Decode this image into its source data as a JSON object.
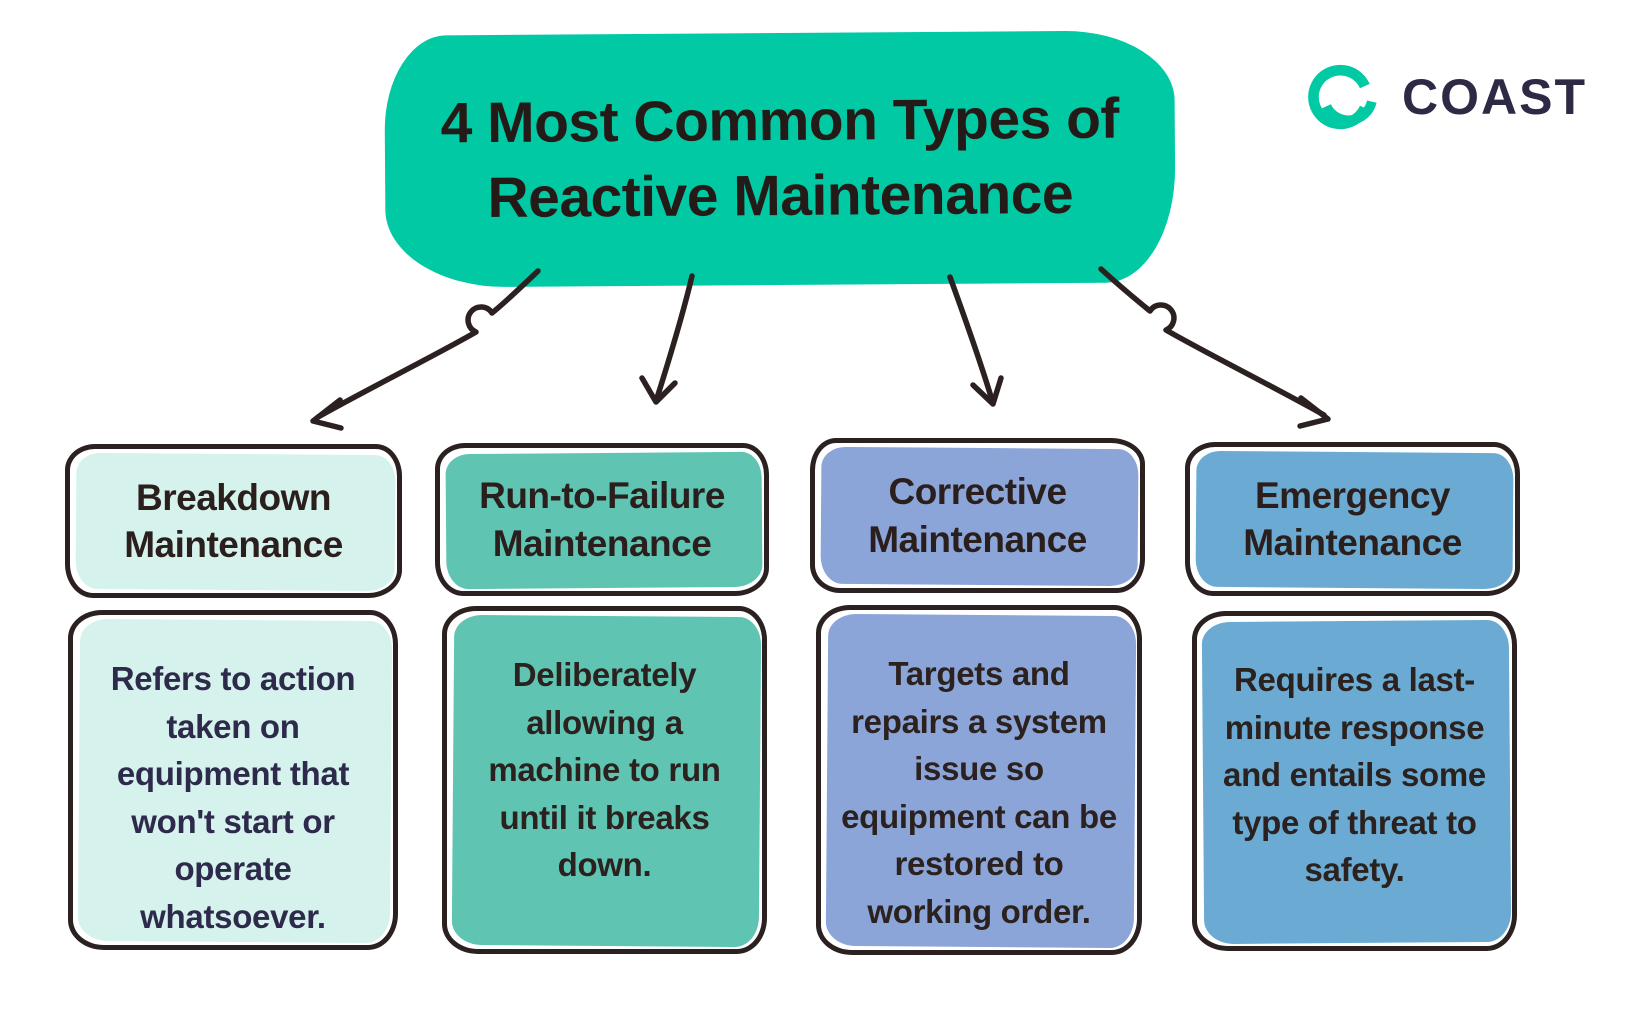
{
  "title": "4 Most Common Types of\nReactive Maintenance",
  "logo": {
    "text": "COAST",
    "icon": "coast-smile-circle-icon",
    "icon_color": "#00c9a4",
    "text_color": "#2e2a45"
  },
  "colors": {
    "background": "#ffffff",
    "title_box": "#00c9a4",
    "outline": "#2b2121",
    "title_text": "#241b18",
    "header_text": "#2b1f1d"
  },
  "columns": [
    {
      "title": "Breakdown Maintenance",
      "description": "Refers to action taken on equipment that won't start or operate whatsoever.",
      "color": "#d6f2ec",
      "description_text_color": "#2e2a4c"
    },
    {
      "title": "Run-to-Failure Maintenance",
      "description": "Deliberately allowing a machine to run until it breaks down.",
      "color": "#5fc5b2",
      "description_text_color": "#2b211f"
    },
    {
      "title": "Corrective Maintenance",
      "description": "Targets and repairs a system issue so equipment can be restored to working order.",
      "color": "#8ba5d9",
      "description_text_color": "#2b211f"
    },
    {
      "title": "Emergency Maintenance",
      "description": "Requires a last-minute response and entails some type of threat to safety.",
      "color": "#6babd3",
      "description_text_color": "#2b211f"
    }
  ]
}
